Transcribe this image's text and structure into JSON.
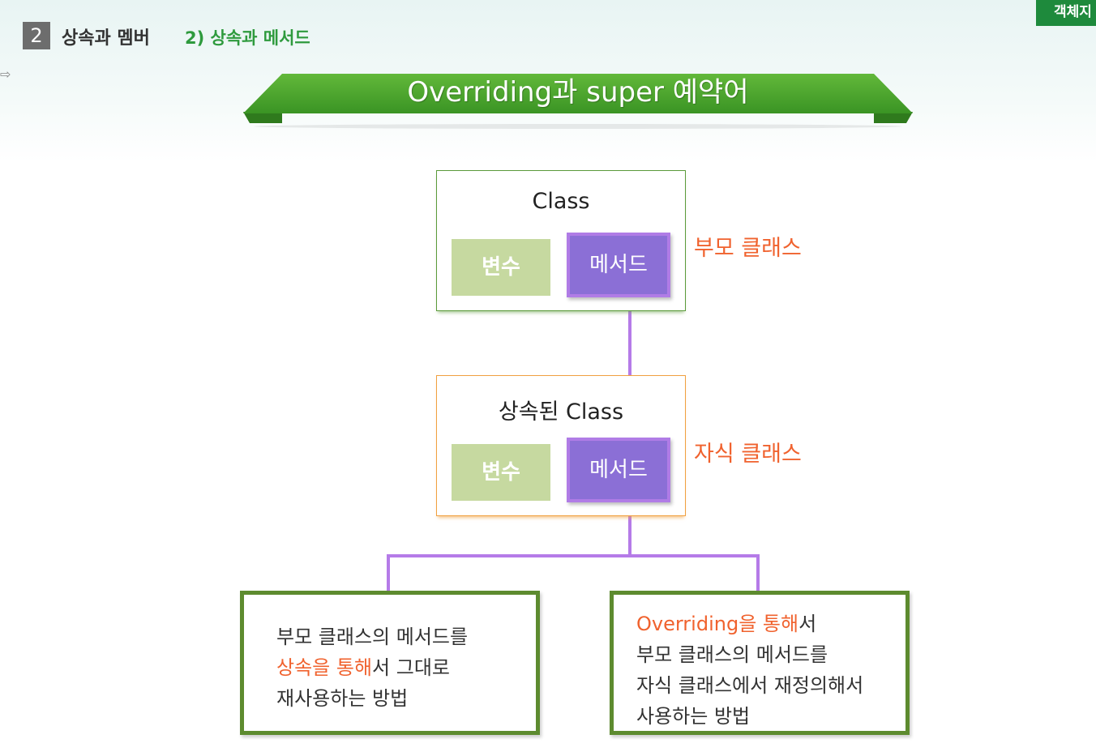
{
  "header": {
    "chapter_number": "2",
    "chapter_title": "상속과 멤버",
    "section_title": "2) 상속과 메서드",
    "corner_tab": "객체지"
  },
  "banner": {
    "title": "Overriding과 super 예약어"
  },
  "parent_class": {
    "title": "Class",
    "variable_label": "변수",
    "method_label": "메서드",
    "role": "부모 클래스"
  },
  "child_class": {
    "title": "상속된 Class",
    "variable_label": "변수",
    "method_label": "메서드",
    "role": "자식 클래스"
  },
  "left_box": {
    "line1": "부모 클래스의 메서드를",
    "line2_highlight": "상속을 통해",
    "line2_rest": "서 그대로",
    "line3": "재사용하는 방법"
  },
  "right_box": {
    "line1_highlight": "Overriding을 통해",
    "line1_rest": "서",
    "line2": "부모 클래스의 메서드를",
    "line3": "자식 클래스에서 재정의해서",
    "line4": "사용하는 방법"
  },
  "colors": {
    "accent_orange": "#f0622e",
    "banner_green": "#4aa42a",
    "method_purple": "#8b6fd6",
    "connector_purple": "#b57be8",
    "variable_green": "#c6d9a0",
    "desc_border": "#5d8b2f",
    "child_border": "#f0a040"
  },
  "icons": {
    "cursor": "cursor-icon"
  }
}
